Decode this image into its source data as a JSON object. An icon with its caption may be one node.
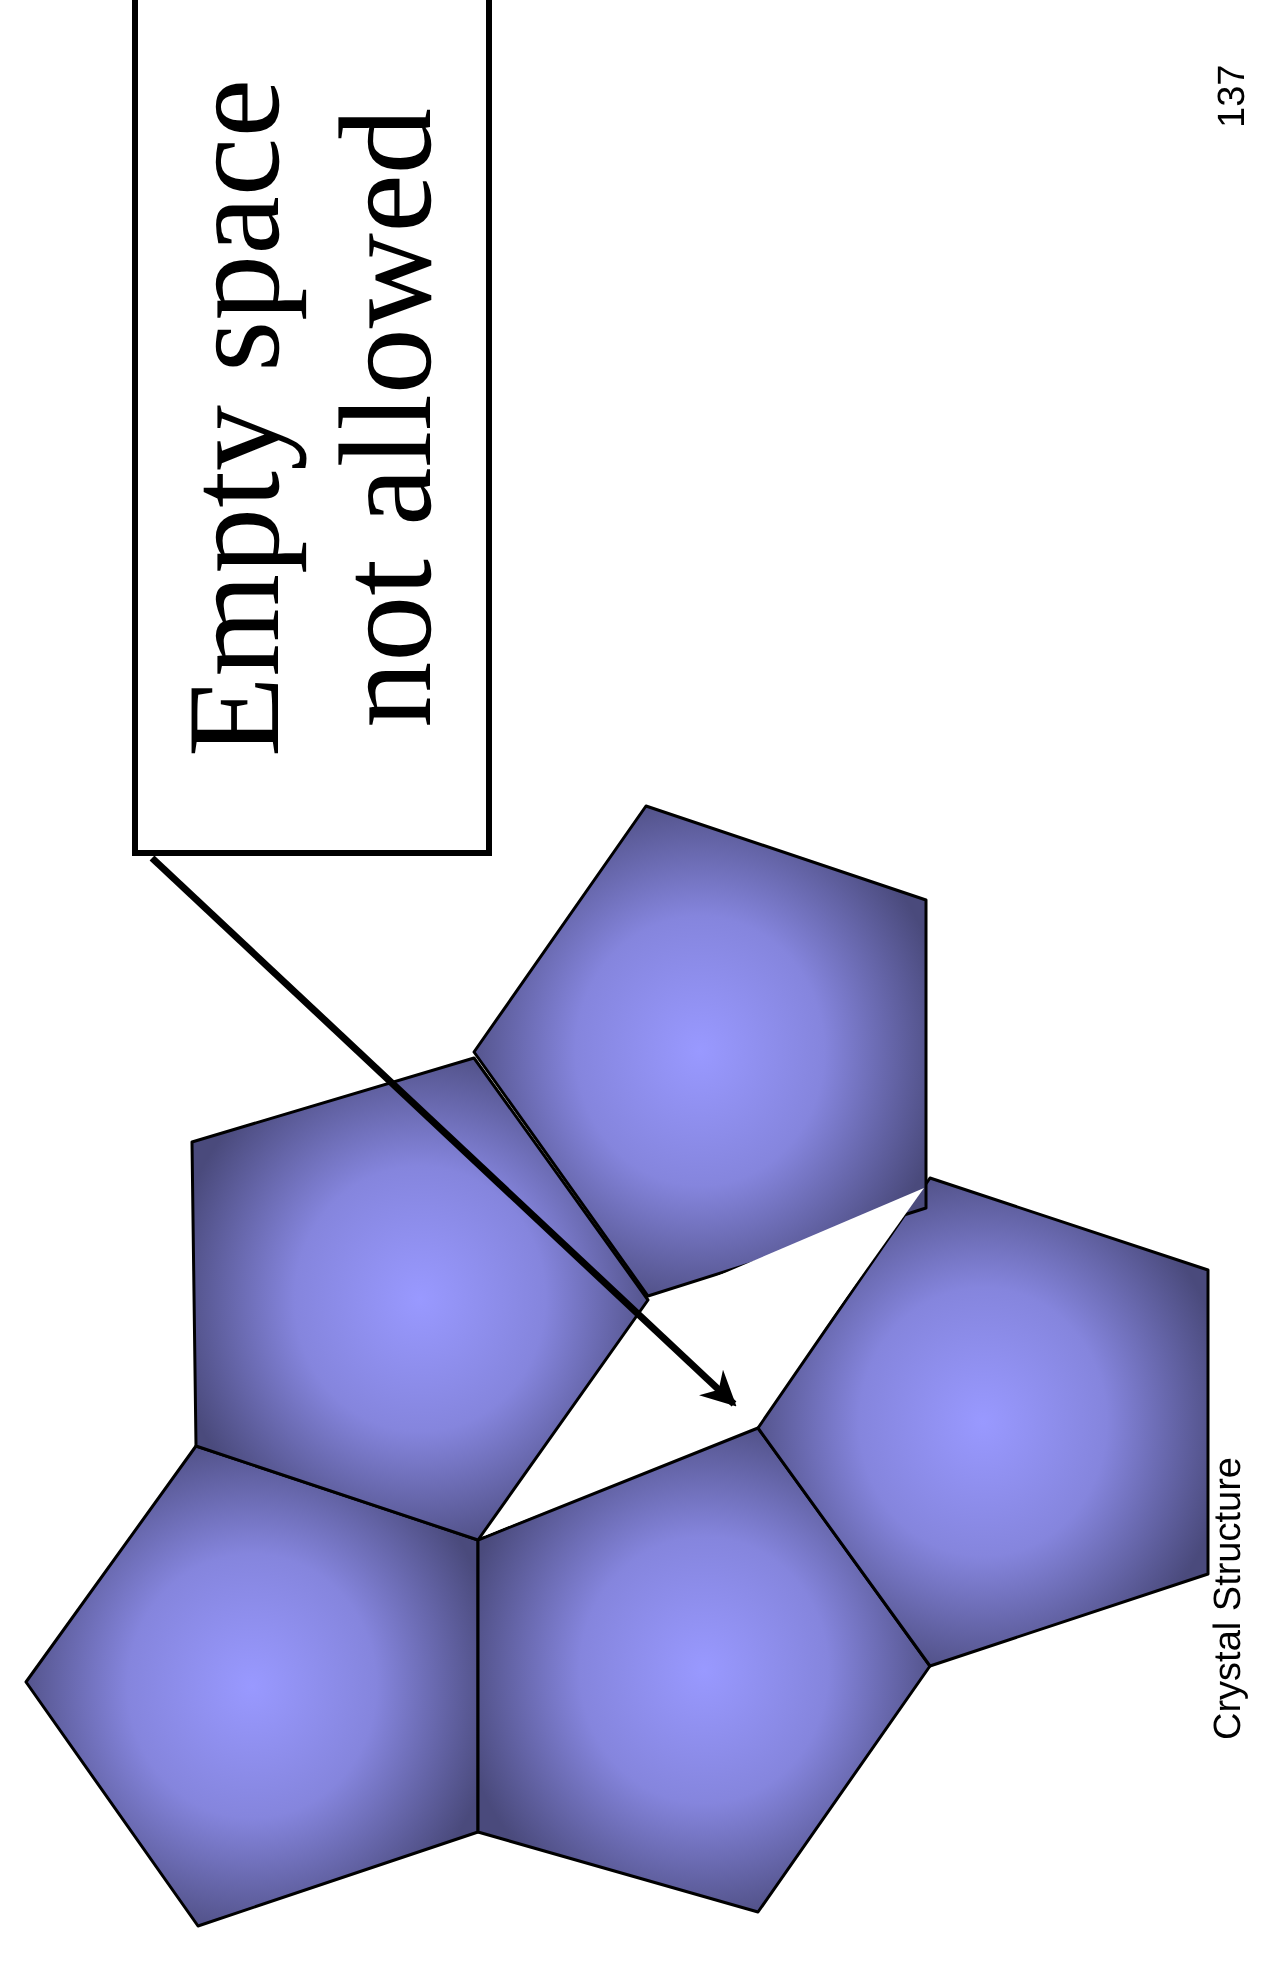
{
  "diagram": {
    "nodes": [
      {
        "text": [
          "Empty space not allowed"
        ]
      },
      {
        "text": [],
        "shape": "pentagon"
      },
      {
        "text": [],
        "shape": "pentagon"
      },
      {
        "text": [],
        "shape": "pentagon"
      },
      {
        "text": [],
        "shape": "pentagon"
      },
      {
        "text": [],
        "shape": "pentagon"
      },
      {
        "text": [],
        "shape": "gap"
      }
    ],
    "edges": [
      {
        "from": 0,
        "to": 6,
        "arrow": "to"
      }
    ],
    "labels": [
      "Crystal Structure",
      "137"
    ]
  }
}
